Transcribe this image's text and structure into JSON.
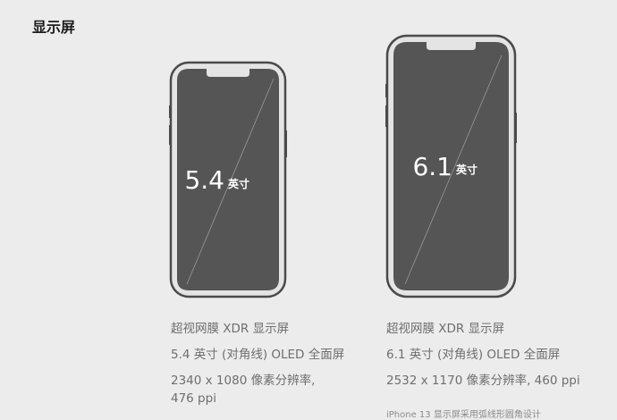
{
  "section_title": "显示屏",
  "colors": {
    "background": "#ececec",
    "screen": "#555555",
    "frame": "#4a4a4a"
  },
  "models": [
    {
      "size": "5.4",
      "unit": "英寸",
      "specs": [
        "超视网膜 XDR 显示屏",
        "5.4 英寸 (对角线) OLED 全面屏",
        "2340 x 1080 像素分辨率,",
        "476 ppi"
      ]
    },
    {
      "size": "6.1",
      "unit": "英寸",
      "specs": [
        "超视网膜 XDR 显示屏",
        "6.1 英寸 (对角线) OLED 全面屏",
        "2532 x 1170 像素分辨率, 460 ppi"
      ]
    }
  ],
  "footnote": "iPhone 13 显示屏采用弧线形圆角设计"
}
